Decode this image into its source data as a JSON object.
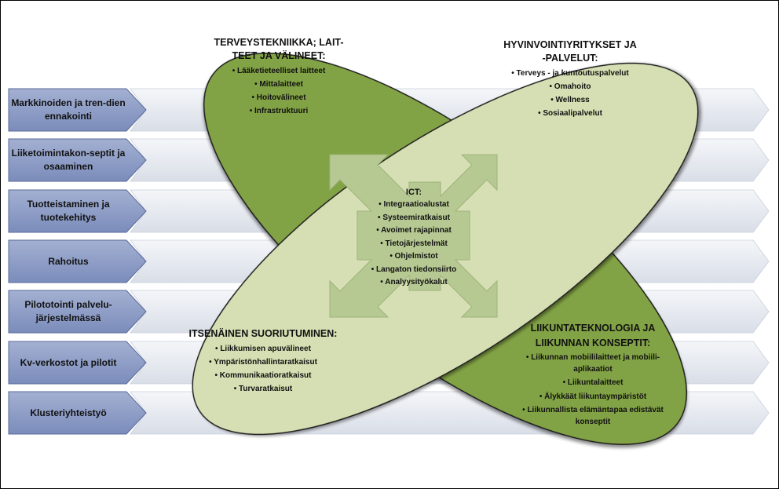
{
  "colors": {
    "tab_fill": "#8a9ac4",
    "tab_edge": "#5b6b9a",
    "band_light": "#e4e8ef",
    "dark_ellipse": "#82a345",
    "light_ellipse": "#d6dfb3",
    "arrows": "#b7c993",
    "outline": "#1f1f1f"
  },
  "left_tabs": [
    {
      "label": "Markkinoiden ja tren-dien ennakointi"
    },
    {
      "label": "Liiketoimintakon-septit ja osaaminen"
    },
    {
      "label": "Tuotteistaminen ja tuotekehitys"
    },
    {
      "label": "Rahoitus"
    },
    {
      "label": "Pilototointi palvelu-järjestelmässä"
    },
    {
      "label": "Kv-verkostot ja pilotit"
    },
    {
      "label": "Klusteriyhteistyö"
    }
  ],
  "quadrants": {
    "top_left": {
      "title_line1": "TERVEYSTEKNIIKKA; LAIT-",
      "title_line2": "TEET JA VÄLINEET:",
      "items": [
        "Lääketieteelliset laitteet",
        "Mittalaitteet",
        "Hoitovälineet",
        "Infrastruktuuri"
      ]
    },
    "top_right": {
      "title_line1": "HYVINVOINTIYRITYKSET JA",
      "title_line2": "-PALVELUT:",
      "items": [
        "Terveys - ja kuntoutuspalvelut",
        "Omahoito",
        "Wellness",
        "Sosiaalipalvelut"
      ]
    },
    "bottom_left": {
      "title_line1": "ITSENÄINEN SUORIUTUMINEN:",
      "items": [
        "Liikkumisen apuvälineet",
        "Ympäristönhallintaratkaisut",
        "Kommunikaatioratkaisut",
        "Turvaratkaisut"
      ]
    },
    "bottom_right": {
      "title_line1": "LIIKUNTATEKNOLOGIA JA",
      "title_line2": "LIIKUNNAN KONSEPTIT:",
      "items": [
        "Liikunnan mobiililaitteet ja mobiili-aplikaatiot",
        "Liikuntalaitteet",
        "Älykkäät liikuntaympäristöt",
        "Liikunnallista elämäntapaa edistävät konseptit"
      ]
    }
  },
  "center": {
    "title": "ICT:",
    "items": [
      "Integraatioalustat",
      "Systeemiratkaisut",
      "Avoimet rajapinnat",
      "Tietojärjestelmät",
      "Ohjelmistot",
      "Langaton tiedonsiirto",
      "Analyysityökalut"
    ]
  }
}
